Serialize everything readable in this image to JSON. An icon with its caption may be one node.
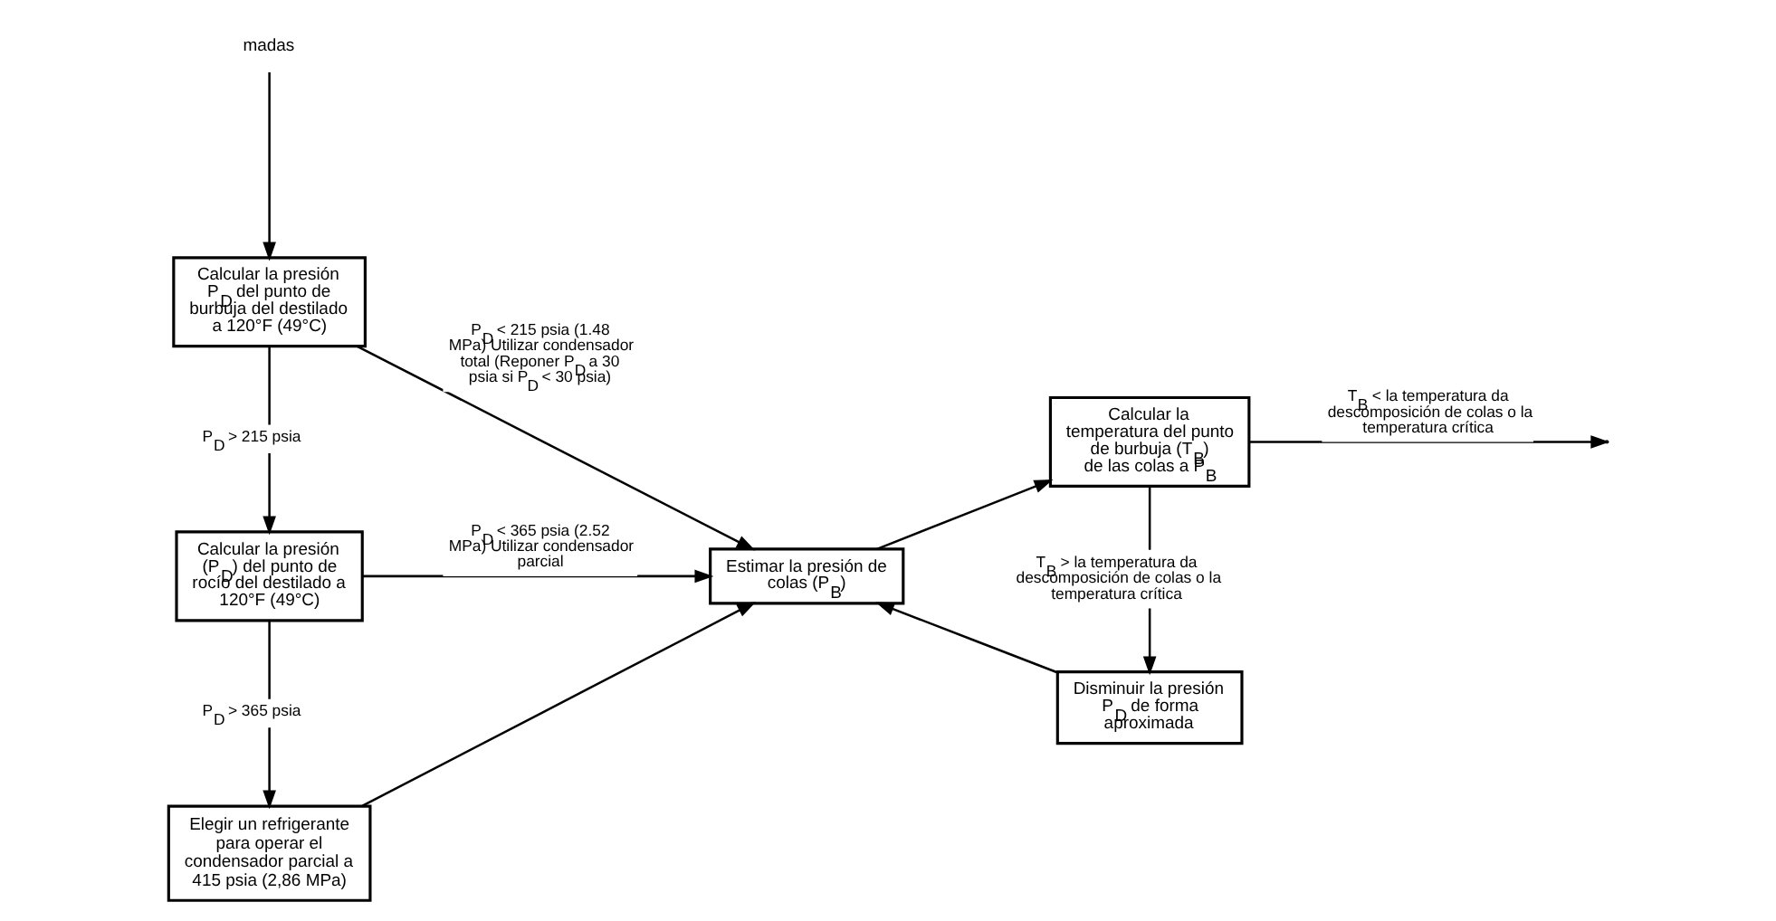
{
  "diagram": {
    "nodes": [
      {
        "text": [
          "madas"
        ]
      },
      {
        "text": [
          "Calcular la presión P$_{D}$ del punto de burbuja del destilado a 120°F (49°C)"
        ]
      },
      {
        "text": [
          "Calcular la presión (P$_{D}$) del punto de rocío del destilado a 120°F (49°C)"
        ]
      },
      {
        "text": [
          "Elegir un refrigerante para operar el condensador parcial a 415 psia (2,86 MPa)"
        ]
      },
      {
        "text": [
          "Estimar la presión de colas (P$_{B}$)"
        ]
      },
      {
        "text": [
          "Calcular la temperatura del punto de burbuja (T$_{B}$) de las colas a P$_{B}$"
        ]
      },
      {
        "text": [
          "Disminuir la presión P$_{D}$ de forma aproximada"
        ]
      }
    ],
    "edges": [
      {
        "from": 0,
        "to": 1,
        "arrow": "to"
      },
      {
        "from": 1,
        "to": 4,
        "arrow": "to",
        "label": "P$_{D}$ < 215 psia (1.48 MPa) Utilizar condensador total (Reponer P$_{D}$ a 30 psia si P$_{D}$ < 30 psia)"
      },
      {
        "from": 1,
        "to": 2,
        "arrow": "to",
        "label": "P$_{D}$ > 215 psia"
      },
      {
        "from": 2,
        "to": 4,
        "arrow": "to",
        "label": "P$_{D}$ < 365 psia (2.52 MPa) Utilizar condensador parcial"
      },
      {
        "from": 2,
        "to": 3,
        "arrow": "to",
        "label": "P$_{D}$ > 365 psia"
      },
      {
        "from": 3,
        "to": 4,
        "arrow": "to"
      },
      {
        "from": 4,
        "to": 5,
        "arrow": "to"
      },
      {
        "from": 5,
        "to": null,
        "arrow": "to",
        "label": "T$_{B}$ < la temperatura da descomposición de colas o la temperatura crítica"
      },
      {
        "from": 5,
        "to": 6,
        "arrow": "to",
        "label": "T$_{B}$ > la temperatura da descomposición de colas o la temperatura crítica"
      },
      {
        "from": 6,
        "to": 4,
        "arrow": "to"
      }
    ]
  }
}
